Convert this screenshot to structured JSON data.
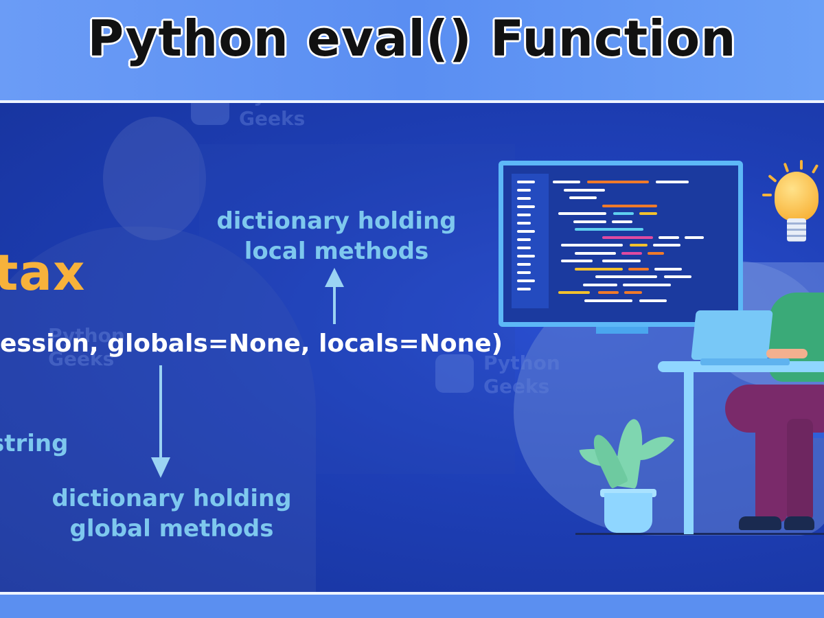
{
  "title": "Python eval() Function",
  "watermark": {
    "line1": "Python",
    "line2": "Geeks"
  },
  "syntax_heading": "tax",
  "signature": "ession, globals=None, locals=None)",
  "label_expression": "string",
  "label_locals": {
    "line1": "dictionary holding",
    "line2": "local methods"
  },
  "label_globals": {
    "line1": "dictionary holding",
    "line2": "global methods"
  },
  "colors": {
    "accent_heading": "#f7b23b",
    "label_text": "#7ec8ee",
    "arrow": "#9bd3f3",
    "background_main": "#1e3fb6",
    "background_band": "#5b8ff0"
  }
}
